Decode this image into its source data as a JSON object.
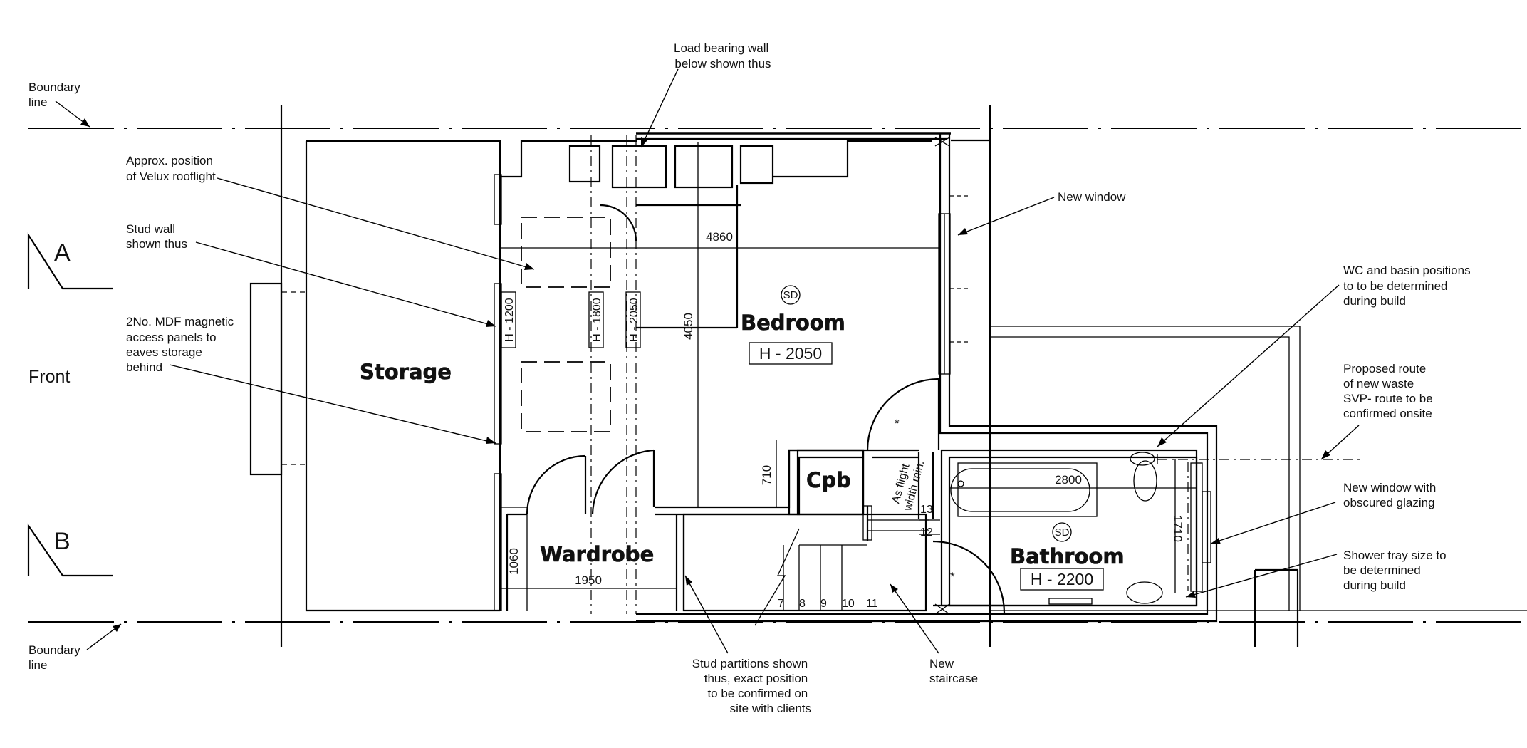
{
  "notes": {
    "boundary_top": [
      "Boundary",
      "line"
    ],
    "boundary_bottom": [
      "Boundary",
      "line"
    ],
    "load_bearing": [
      "Load bearing wall",
      "below shown thus"
    ],
    "velux": [
      "Approx. position",
      "of Velux rooflight"
    ],
    "stud_wall": [
      "Stud wall",
      "shown thus"
    ],
    "mdf": [
      "2No. MDF magnetic",
      "access panels to",
      "eaves storage",
      "behind"
    ],
    "new_window": [
      "New window"
    ],
    "wc_basin": [
      "WC and basin positions",
      "to to be determined",
      "during build"
    ],
    "svp": [
      "Proposed route",
      "of new waste",
      "SVP- route to be",
      "confirmed onsite"
    ],
    "obscured": [
      "New window with",
      "obscured glazing"
    ],
    "shower": [
      "Shower tray size to",
      "be determined",
      "during build"
    ],
    "stud_partitions": [
      "Stud partitions shown",
      "thus, exact position",
      "to be confirmed on",
      "site with clients"
    ],
    "staircase": [
      "New",
      "staircase"
    ]
  },
  "front_label": "Front",
  "sections": {
    "a": "A",
    "b": "B"
  },
  "rooms": {
    "storage": "Storage",
    "bedroom": "Bedroom",
    "bedroom_height": "H - 2050",
    "cpb": "Cpb",
    "wardrobe": "Wardrobe",
    "bathroom": "Bathroom",
    "bathroom_height": "H - 2200"
  },
  "smoke_detector": "SD",
  "heights": {
    "h1200": "H - 1200",
    "h1800": "H - 1800",
    "h2050": "H - 2050"
  },
  "dimensions": {
    "d4860": "4860",
    "d4050": "4050",
    "d710": "710",
    "d1060": "1060",
    "d1950": "1950",
    "d2800": "2800",
    "d1710": "1710"
  },
  "stair": {
    "flight_note": [
      "As flight",
      "width min."
    ],
    "risers": [
      "7",
      "8",
      "9",
      "10",
      "11",
      "12",
      "13"
    ],
    "door_mark": "*"
  }
}
